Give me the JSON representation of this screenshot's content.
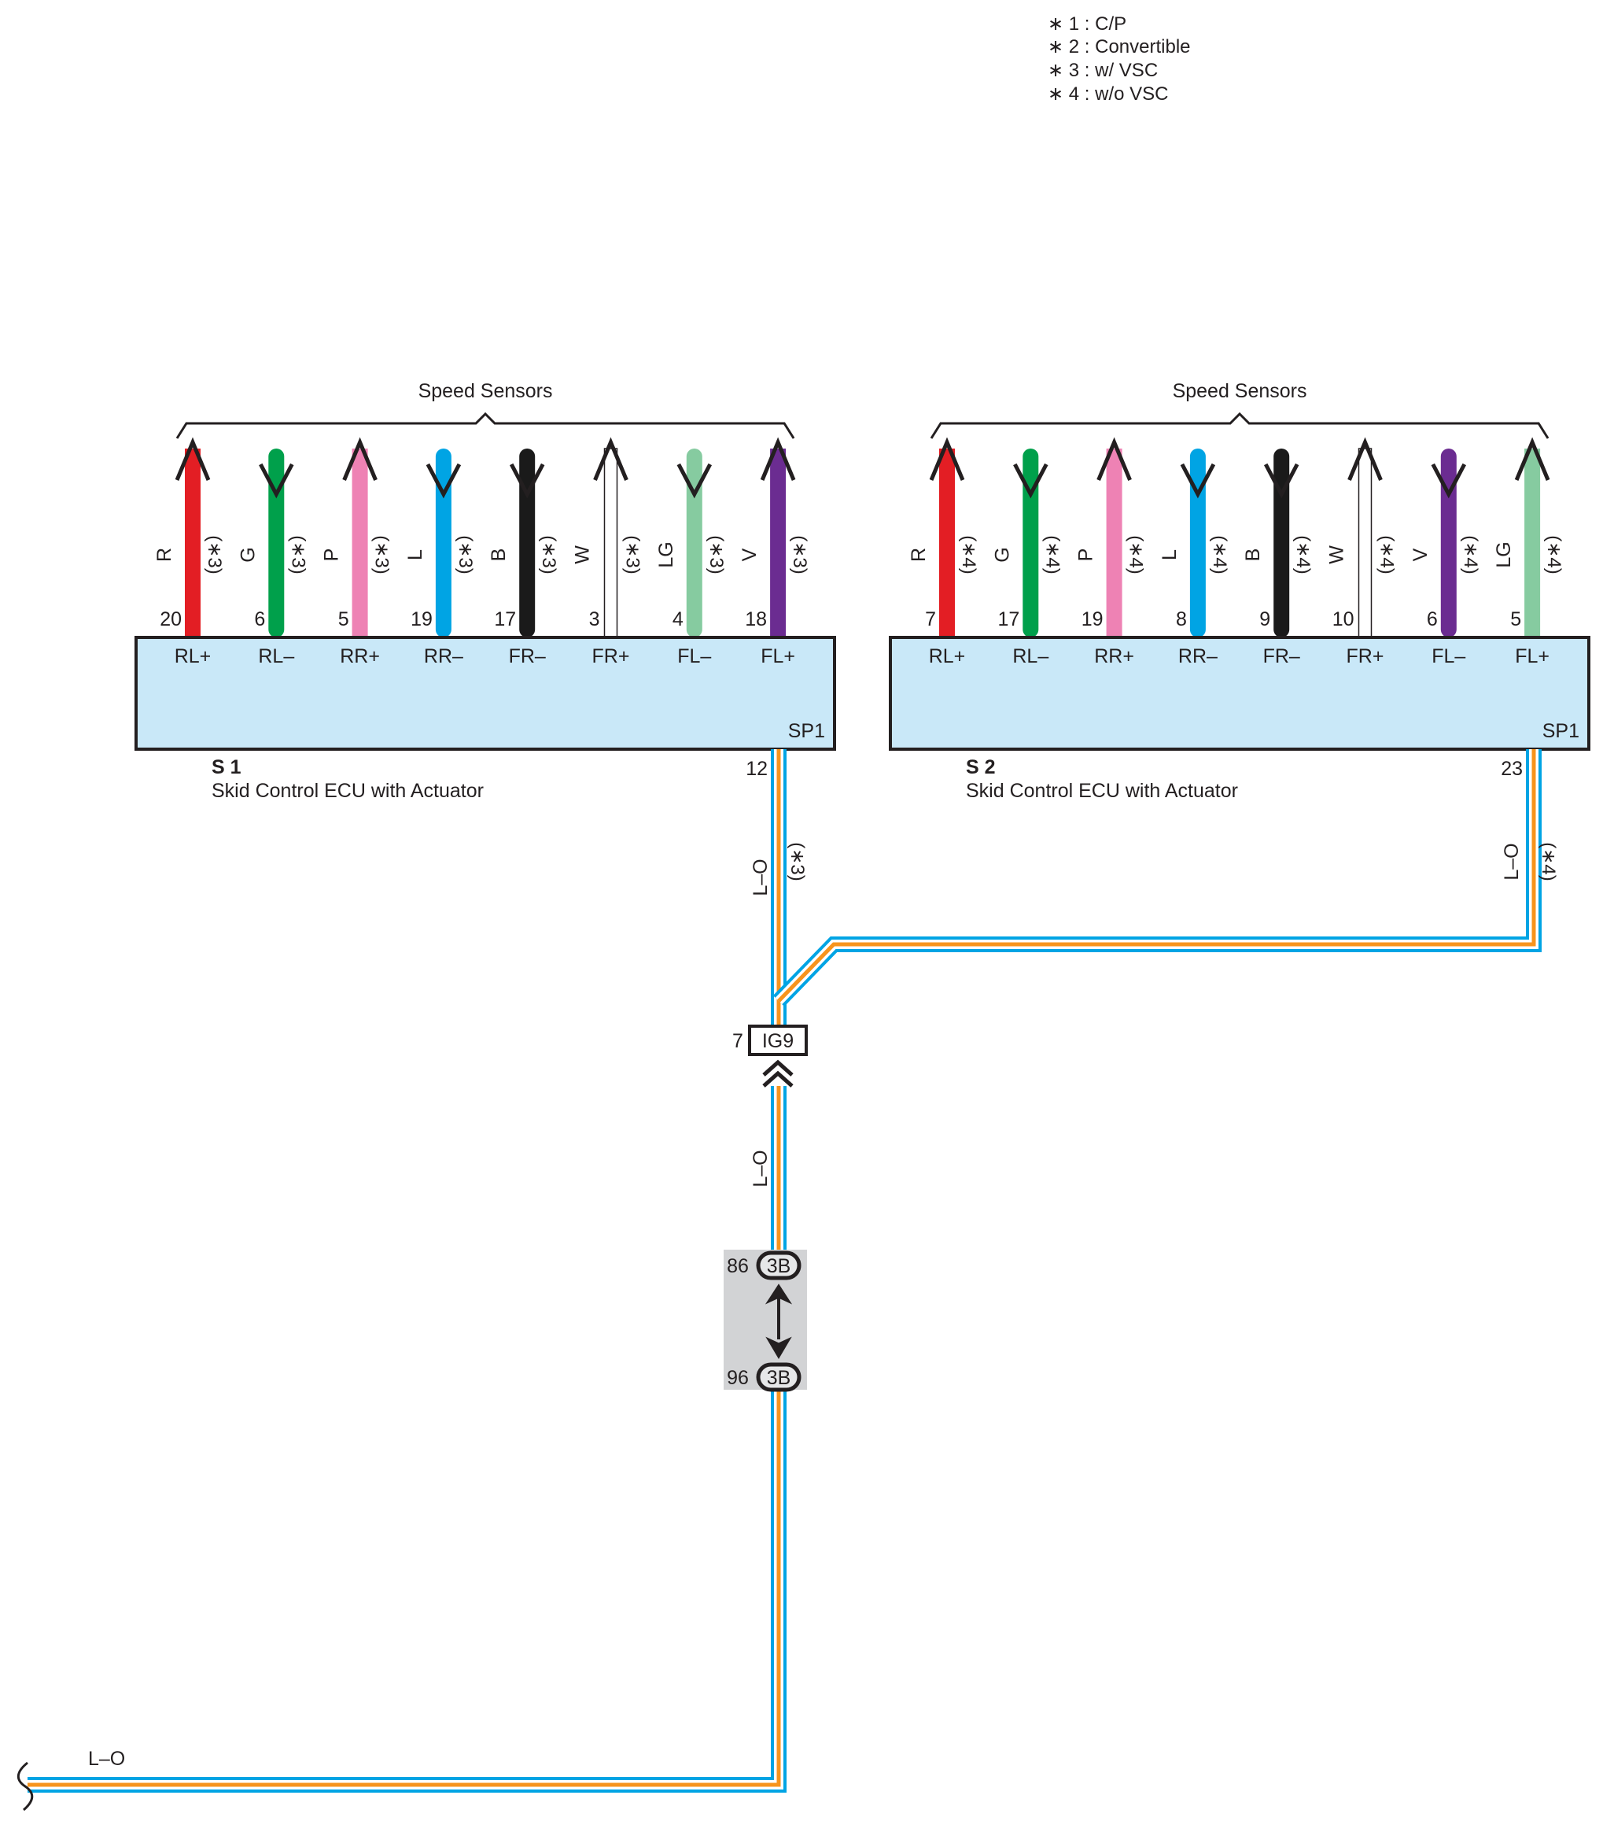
{
  "notes": [
    "∗ 1 : C/P",
    "∗ 2 : Convertible",
    "∗ 3 : w/ VSC",
    "∗ 4 : w/o VSC"
  ],
  "colors": {
    "R": "#e31e24",
    "G": "#00a04b",
    "P": "#ee82b4",
    "L": "#00a4e4",
    "B": "#1a1a1a",
    "W": "#ffffff",
    "LG": "#86cba0",
    "V": "#6b2c91",
    "O": "#f7941d",
    "ecu_fill": "#c9e8f8",
    "junction_fill": "#d2d3d5"
  },
  "ecus": [
    {
      "code": "S 1",
      "name": "Skid Control ECU with Actuator",
      "bracket_label": "Speed Sensors",
      "connector": "SP1",
      "out_pin": "12",
      "wires": [
        {
          "color": "R",
          "note": "(∗3)",
          "pin": "20",
          "terminal": "RL+",
          "dir": "up"
        },
        {
          "color": "G",
          "note": "(∗3)",
          "pin": "6",
          "terminal": "RL–",
          "dir": "down"
        },
        {
          "color": "P",
          "note": "(∗3)",
          "pin": "5",
          "terminal": "RR+",
          "dir": "up"
        },
        {
          "color": "L",
          "note": "(∗3)",
          "pin": "19",
          "terminal": "RR–",
          "dir": "down"
        },
        {
          "color": "B",
          "note": "(∗3)",
          "pin": "17",
          "terminal": "FR–",
          "dir": "down"
        },
        {
          "color": "W",
          "note": "(∗3)",
          "pin": "3",
          "terminal": "FR+",
          "dir": "up"
        },
        {
          "color": "LG",
          "note": "(∗3)",
          "pin": "4",
          "terminal": "FL–",
          "dir": "down"
        },
        {
          "color": "V",
          "note": "(∗3)",
          "pin": "18",
          "terminal": "FL+",
          "dir": "up"
        }
      ],
      "out_wire_label": "L–O",
      "out_wire_note": "(∗3)"
    },
    {
      "code": "S 2",
      "name": "Skid Control ECU with Actuator",
      "bracket_label": "Speed Sensors",
      "connector": "SP1",
      "out_pin": "23",
      "wires": [
        {
          "color": "R",
          "note": "(∗4)",
          "pin": "7",
          "terminal": "RL+",
          "dir": "up"
        },
        {
          "color": "G",
          "note": "(∗4)",
          "pin": "17",
          "terminal": "RL–",
          "dir": "down"
        },
        {
          "color": "P",
          "note": "(∗4)",
          "pin": "19",
          "terminal": "RR+",
          "dir": "up"
        },
        {
          "color": "L",
          "note": "(∗4)",
          "pin": "8",
          "terminal": "RR–",
          "dir": "down"
        },
        {
          "color": "B",
          "note": "(∗4)",
          "pin": "9",
          "terminal": "FR–",
          "dir": "down"
        },
        {
          "color": "W",
          "note": "(∗4)",
          "pin": "10",
          "terminal": "FR+",
          "dir": "up"
        },
        {
          "color": "V",
          "note": "(∗4)",
          "pin": "6",
          "terminal": "FL–",
          "dir": "down"
        },
        {
          "color": "LG",
          "note": "(∗4)",
          "pin": "5",
          "terminal": "FL+",
          "dir": "up"
        }
      ],
      "out_wire_label": "L–O",
      "out_wire_note": "(∗4)"
    }
  ],
  "connector_ig9": {
    "label": "IG9",
    "pin": "7"
  },
  "wire_mid_label": "L–O",
  "junction": {
    "top_pin": "86",
    "top_label": "3B",
    "bottom_pin": "96",
    "bottom_label": "3B"
  },
  "bottom_wire_label": "L–O"
}
